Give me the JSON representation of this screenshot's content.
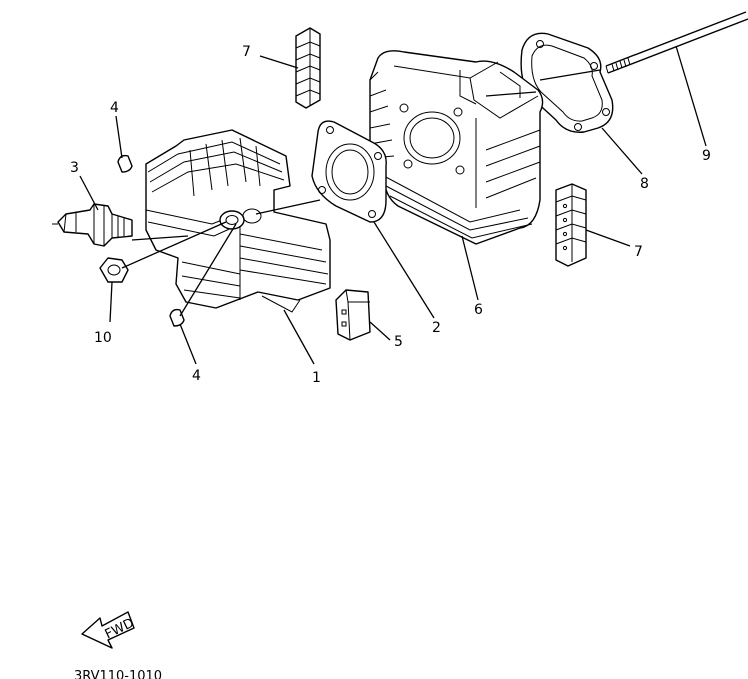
{
  "callouts": {
    "c1": "1",
    "c2": "2",
    "c3": "3",
    "c4a": "4",
    "c4b": "4",
    "c5": "5",
    "c6": "6",
    "c7a": "7",
    "c7b": "7",
    "c8": "8",
    "c9": "9",
    "c10": "10"
  },
  "fwd_arrow": {
    "text": "FWD"
  },
  "diagram_code": "3RV110-1010"
}
